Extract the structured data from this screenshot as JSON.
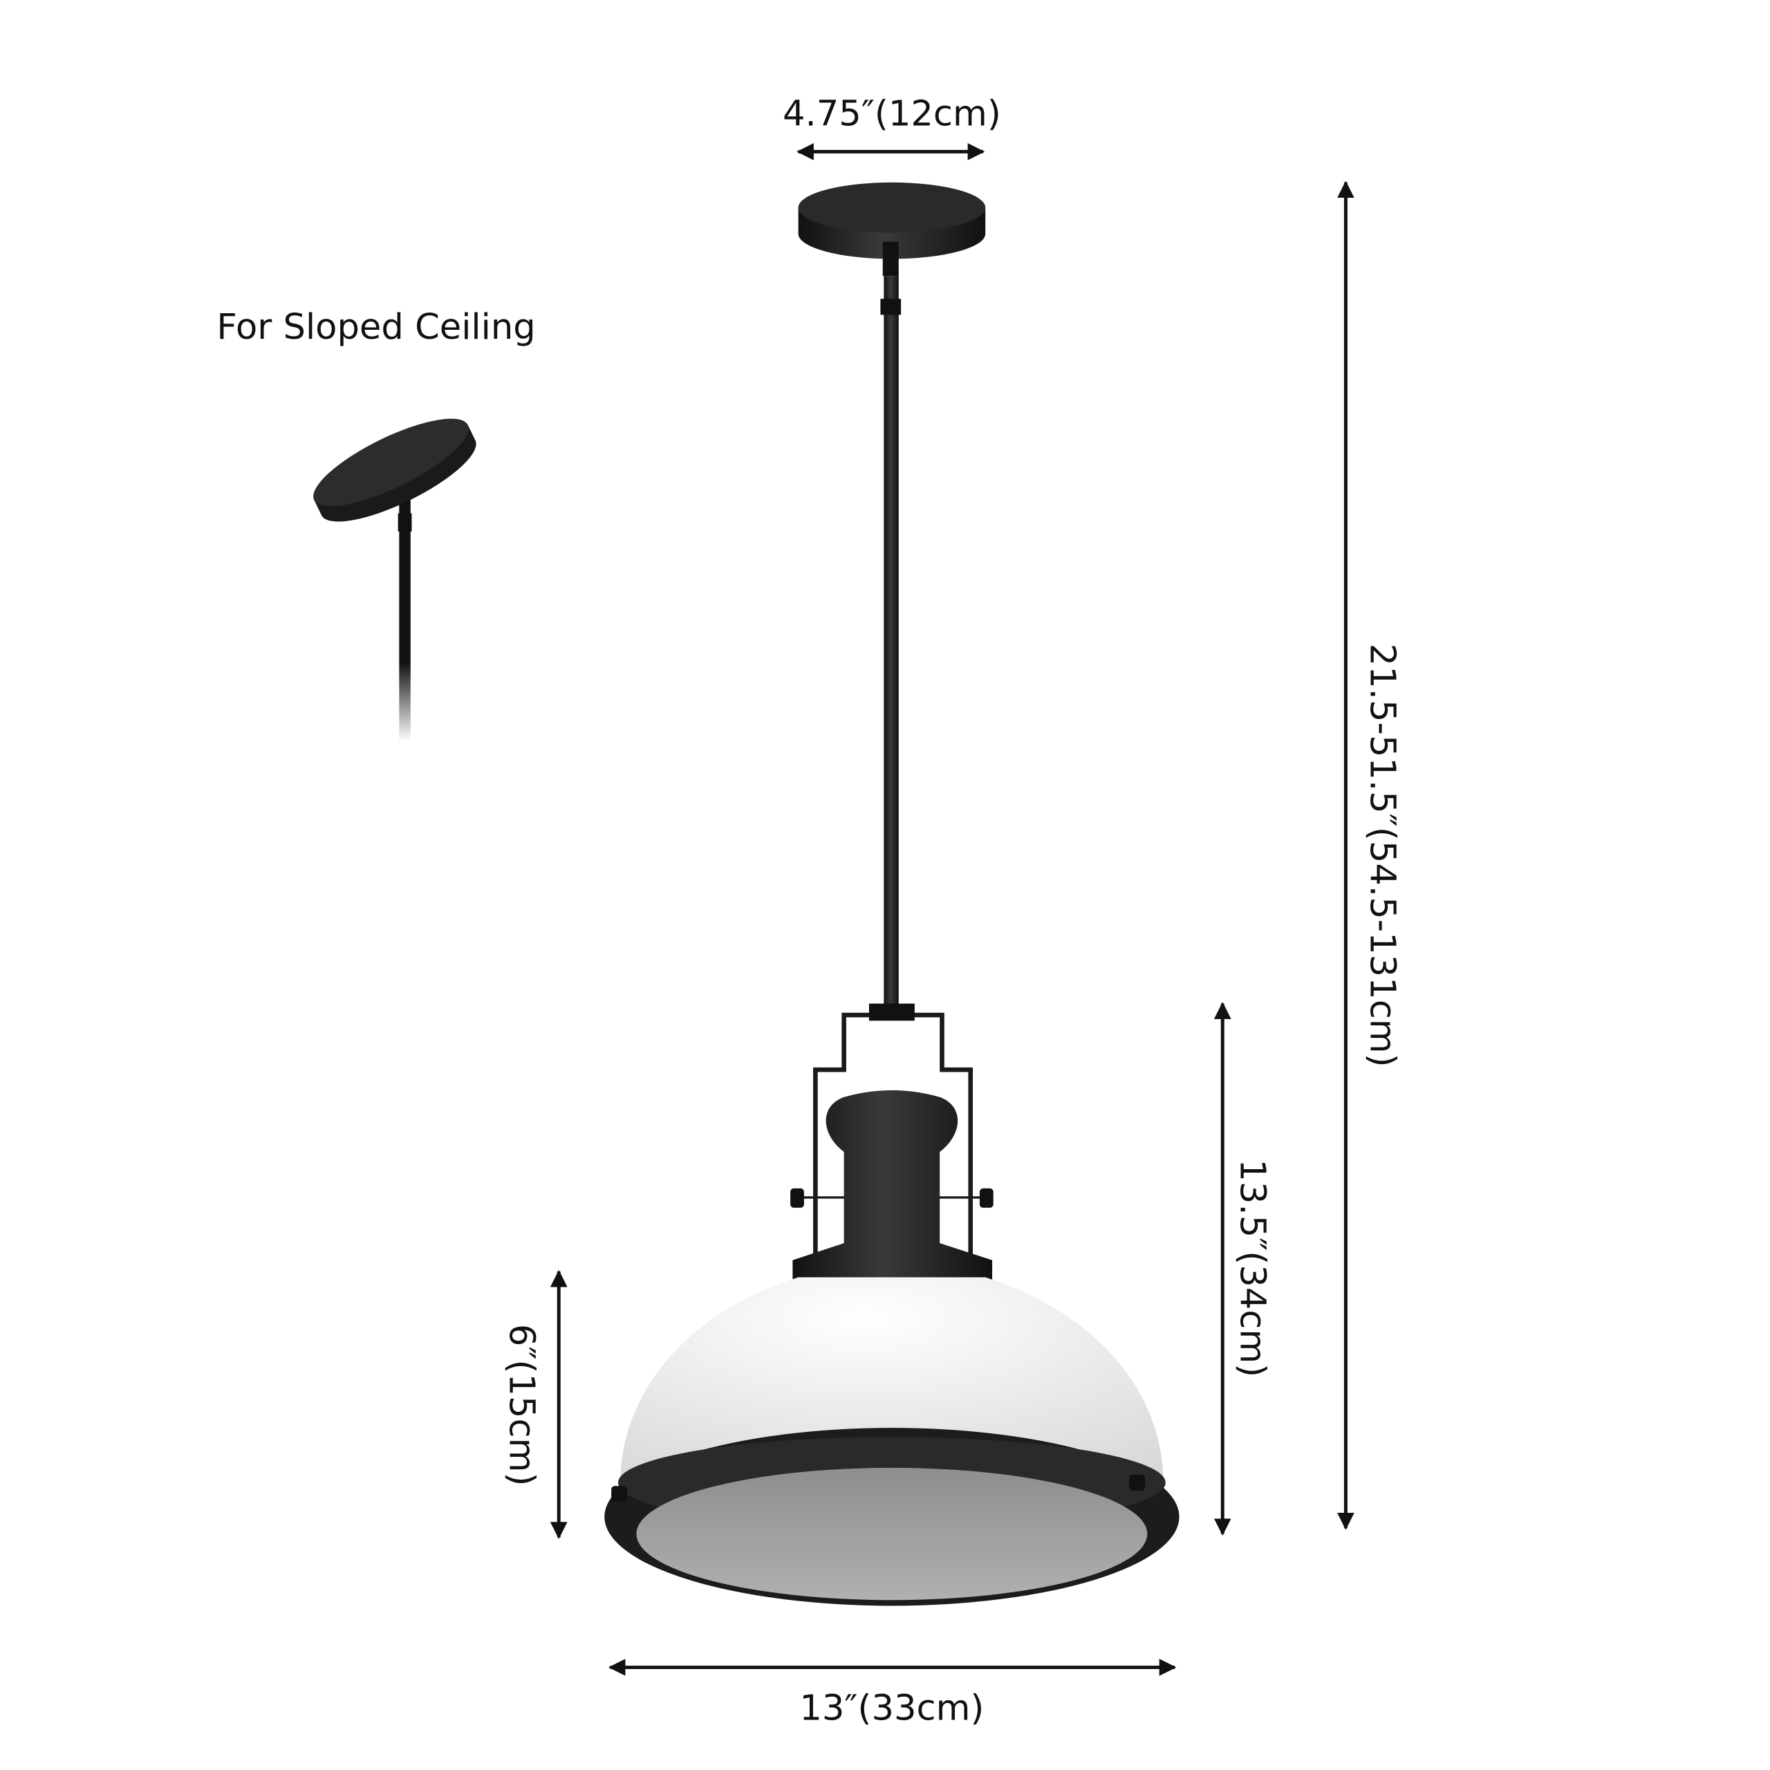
{
  "labels": {
    "canopy_width": "4.75″(12cm)",
    "overall_height": "21.5-51.5″(54.5-131cm)",
    "fixture_height": "13.5″(34cm)",
    "shade_height": "6″(15cm)",
    "shade_width": "13″(33cm)",
    "sloped_ceiling": "For Sloped Ceiling"
  },
  "colors": {
    "metal": "#1c1c1c",
    "shade": "#f2f2f2",
    "diffuser": "#9e9e9e"
  }
}
